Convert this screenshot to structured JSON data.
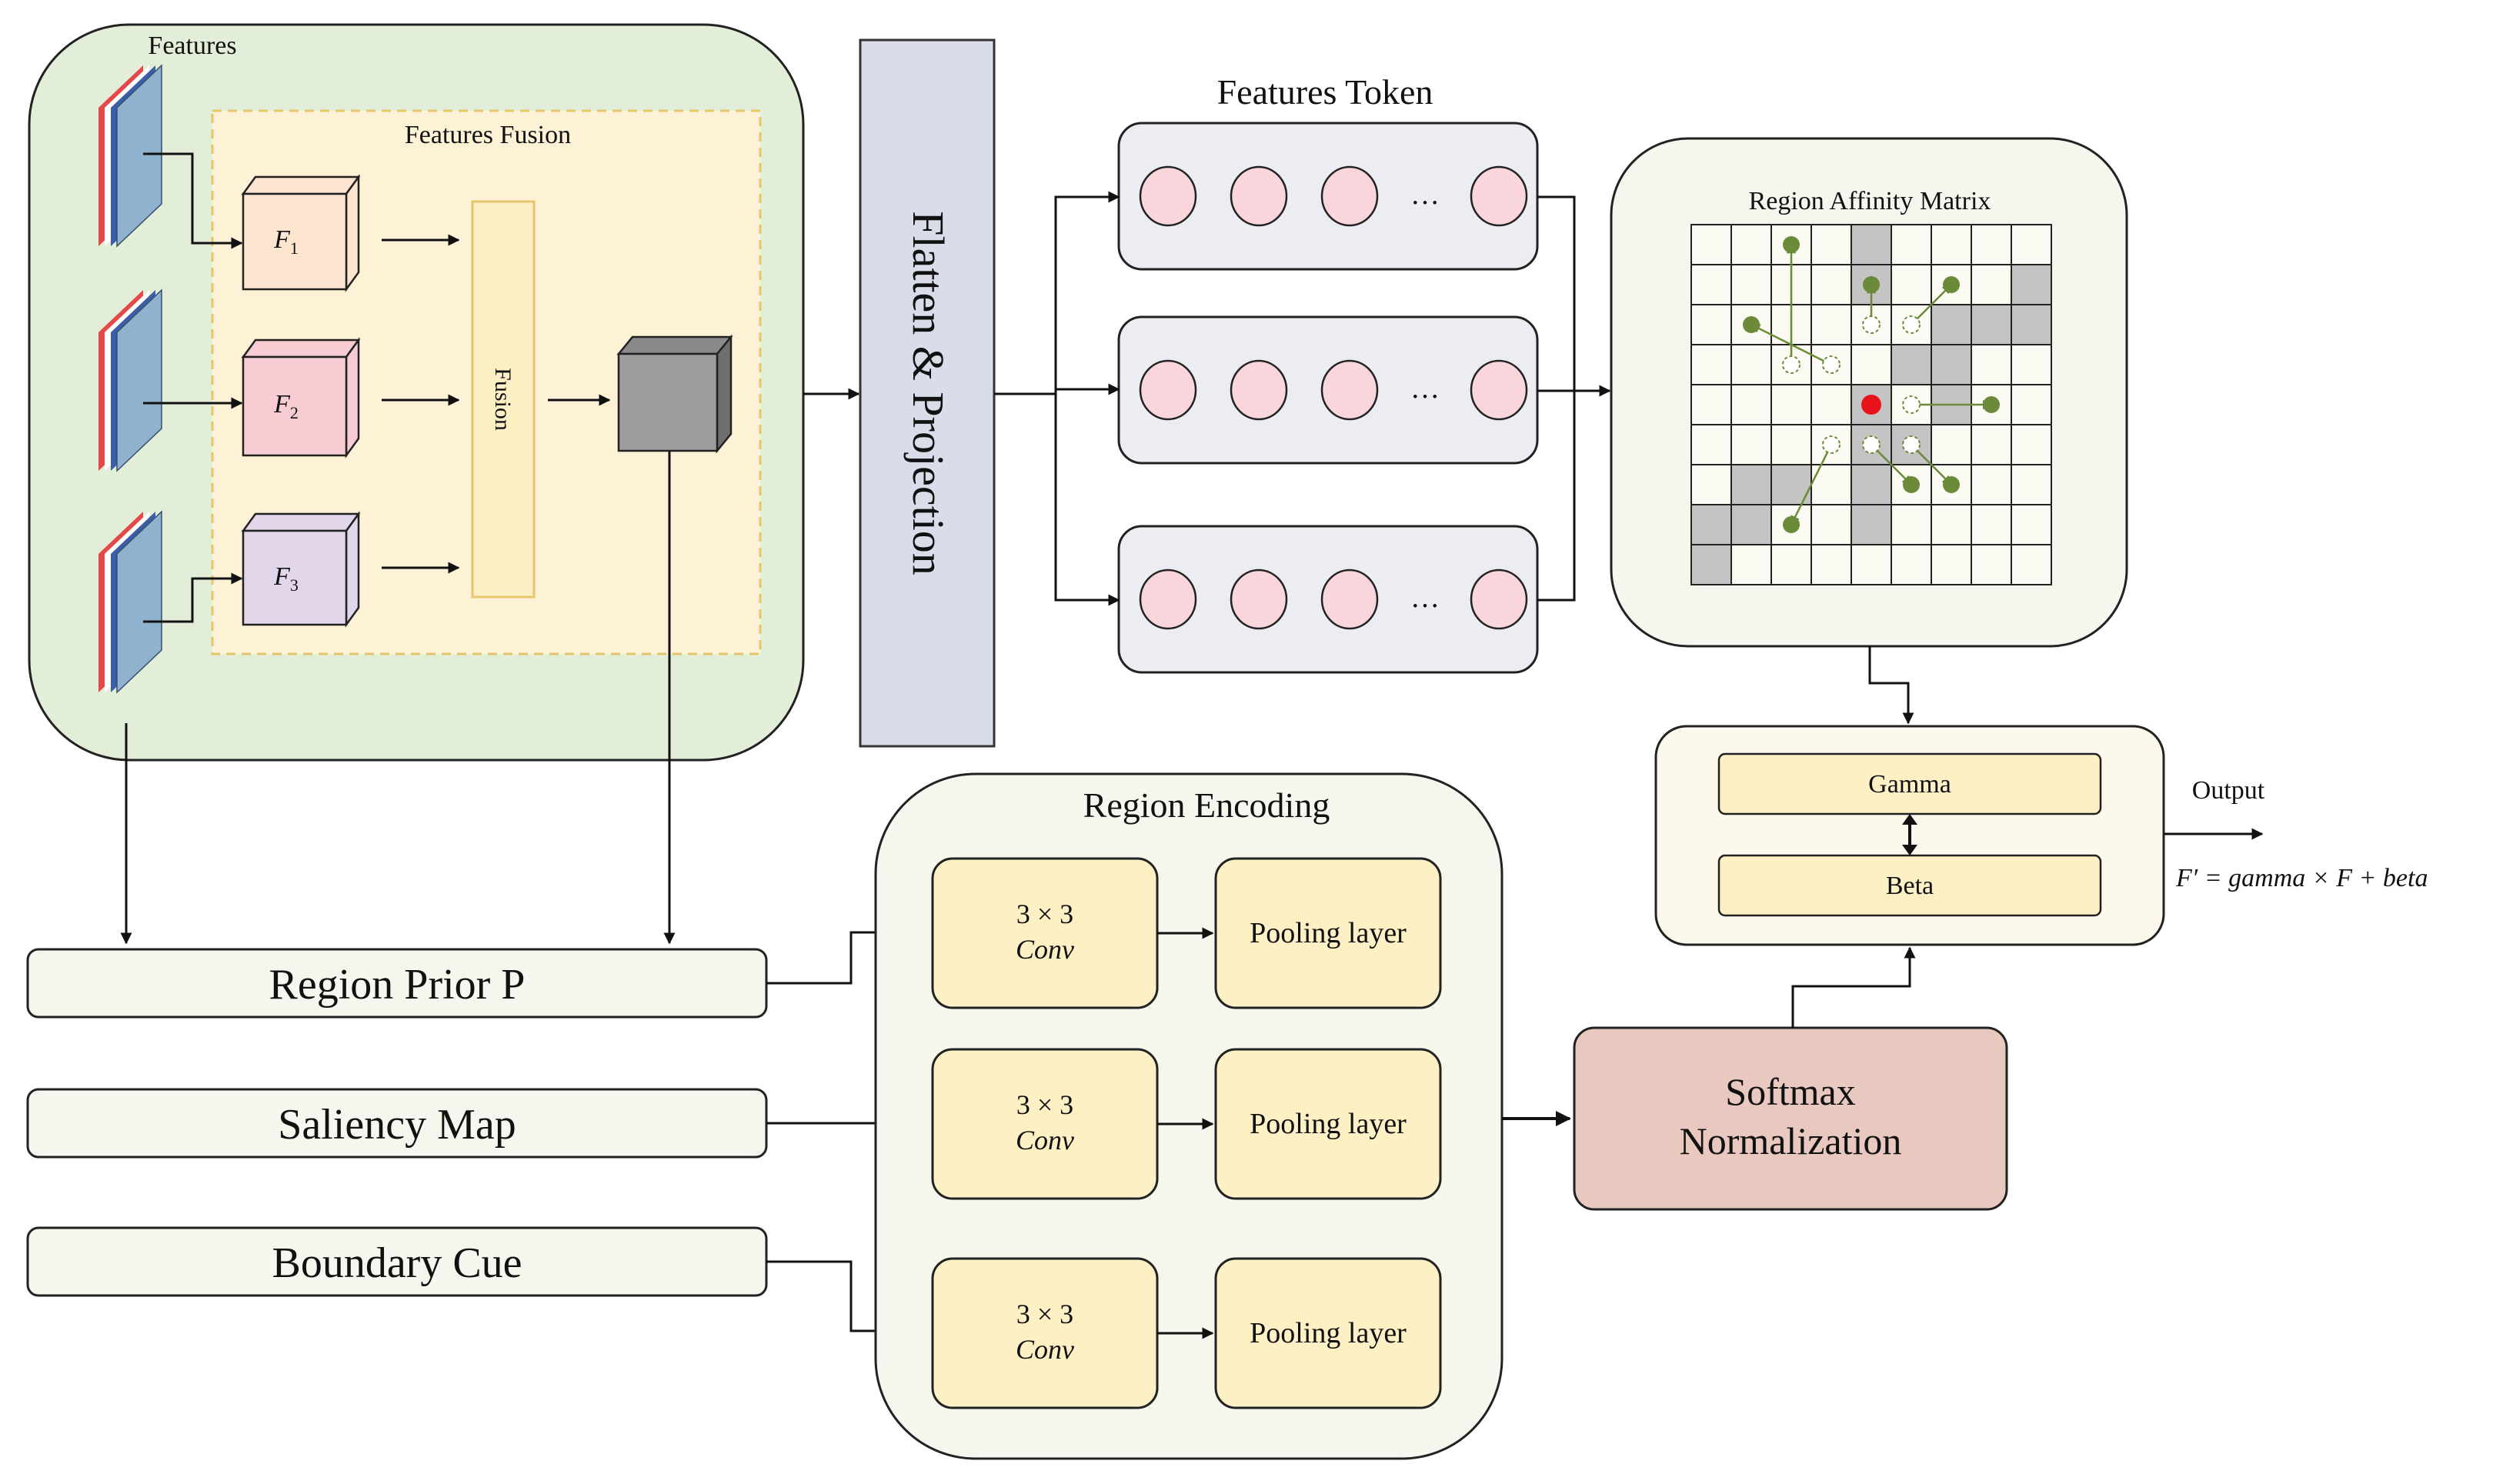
{
  "features_panel": {
    "label": "Features",
    "fusion_box_label": "Features Fusion",
    "f_blocks": [
      {
        "letter": "F",
        "sub": "1",
        "color": "#fde5d0"
      },
      {
        "letter": "F",
        "sub": "2",
        "color": "#f7ccd2"
      },
      {
        "letter": "F",
        "sub": "3",
        "color": "#e1d6ea"
      }
    ],
    "fusion_label": "Fusion"
  },
  "flatten": {
    "label": "Flatten & Projection"
  },
  "tokens": {
    "label": "Features Token",
    "ellipsis": "…"
  },
  "affinity": {
    "label": "Region Affinity Matrix",
    "grid_size": 9,
    "gray_cells": [
      [
        0,
        4
      ],
      [
        1,
        4
      ],
      [
        1,
        8
      ],
      [
        2,
        6
      ],
      [
        2,
        7
      ],
      [
        2,
        8
      ],
      [
        3,
        5
      ],
      [
        3,
        6
      ],
      [
        4,
        4
      ],
      [
        4,
        6
      ],
      [
        5,
        4
      ],
      [
        5,
        5
      ],
      [
        6,
        1
      ],
      [
        6,
        2
      ],
      [
        6,
        4
      ],
      [
        7,
        0
      ],
      [
        7,
        1
      ],
      [
        7,
        4
      ],
      [
        8,
        0
      ]
    ]
  },
  "region_encoding": {
    "label": "Region Encoding",
    "rows": [
      {
        "conv_top": "3 × 3",
        "conv_bottom": "Conv",
        "pool": "Pooling layer"
      },
      {
        "conv_top": "3 × 3",
        "conv_bottom": "Conv",
        "pool": "Pooling layer"
      },
      {
        "conv_top": "3 × 3",
        "conv_bottom": "Conv",
        "pool": "Pooling layer"
      }
    ]
  },
  "inputs": [
    "Region Prior P",
    "Saliency Map",
    "Boundary Cue"
  ],
  "softmax": {
    "line1": "Softmax",
    "line2": "Normalization"
  },
  "modulation": {
    "gamma": "Gamma",
    "beta": "Beta"
  },
  "output": {
    "label": "Output",
    "formula": "F′ = gamma × F + beta"
  },
  "colors": {
    "features_bg": "#e3eed8",
    "fusion_bg": "#fdf1d6",
    "fusion_border": "#e6c56b",
    "yellow_block": "#fdf0c4",
    "panel_bg": "#f5f6ee",
    "token_bg": "#ececf3",
    "token_circle": "#f9d6dc",
    "flatten_bg": "#d9dde9",
    "softmax_bg": "#e9c9bf",
    "gray_cell": "#c4c4c4",
    "green": "#6b8a3a",
    "red": "#e8141c"
  }
}
